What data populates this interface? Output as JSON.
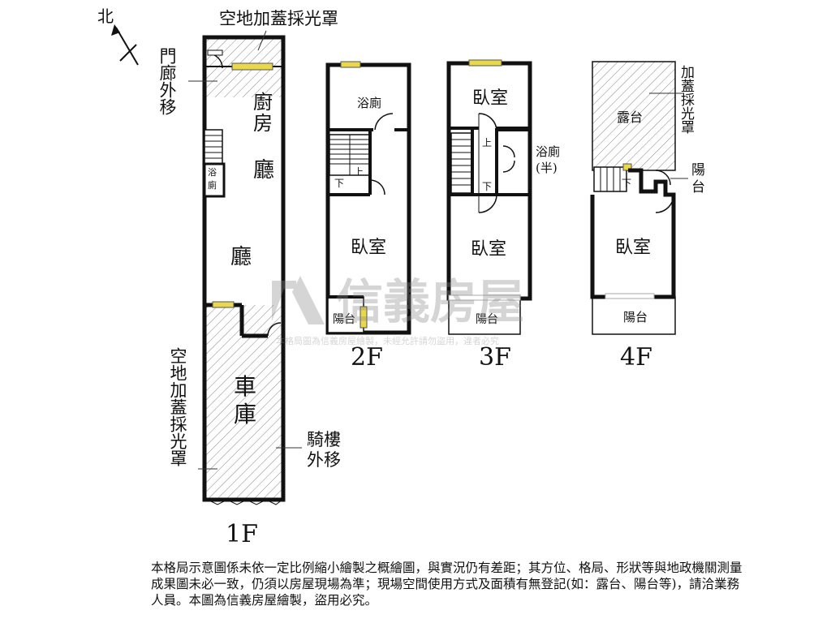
{
  "compass": {
    "north": "北"
  },
  "floor1": {
    "name": "1F",
    "skylight_top": "空地加蓋採光罩",
    "porch_moved": "門廊外移",
    "kitchen": "廚房",
    "hall_upper": "廳",
    "bath": "浴廁",
    "hall_lower": "廳",
    "garage": "車庫",
    "skylight_left": "空地加蓋採光罩",
    "arcade_moved": "騎樓外移"
  },
  "floor2": {
    "name": "2F",
    "bath": "浴廁",
    "up": "上",
    "down": "下",
    "bedroom": "臥室",
    "balcony": "陽台"
  },
  "floor3": {
    "name": "3F",
    "bedroom_top": "臥室",
    "up": "上",
    "down": "下",
    "half_bath": "浴廁(半)",
    "bedroom": "臥室",
    "balcony": "陽台"
  },
  "floor4": {
    "name": "4F",
    "skylight": "加蓋採光罩",
    "terrace": "露台",
    "down": "下",
    "balcony_side": "陽台",
    "bedroom": "臥室",
    "balcony": "陽台"
  },
  "watermark": {
    "brand": "信義房屋",
    "fine_print": "本格局圖為信義房屋繪製，未經允許請勿盜用，違者必究"
  },
  "disclaimer": "本格局示意圖係未依一定比例縮小繪製之概繪圖，與實況仍有差距；其方位、格局、形狀等與地政機關測量成果圖未必一致，仍須以房屋現場為準；現場空間使用方式及面積有無登記(如：露台、陽台等)，請洽業務人員。本圖為信義房屋繪製，盜用必究。"
}
